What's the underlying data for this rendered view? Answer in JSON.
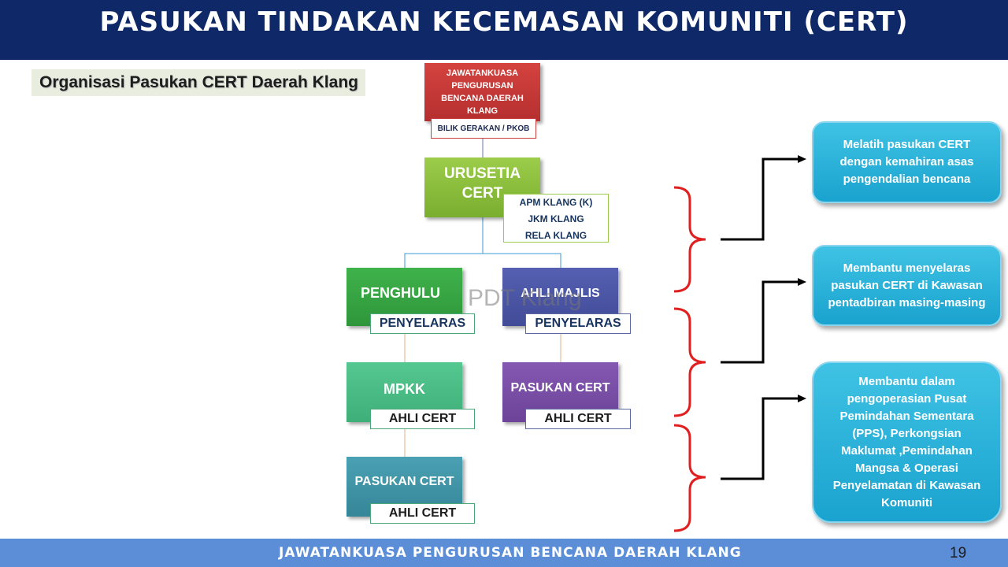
{
  "header": {
    "title": "PASUKAN TINDAKAN KECEMASAN KOMUNITI (CERT)"
  },
  "subtitle": "Organisasi Pasukan CERT Daerah Klang",
  "org": {
    "top": {
      "label": "JAWATANKUASA PENGURUSAN BENCANA DAERAH KLANG",
      "tag": "BILIK GERAKAN / PKOB"
    },
    "secretariat": {
      "label": "URUSETIA CERT",
      "members": [
        "APM KLANG (K)",
        "JKM KLANG",
        "RELA KLANG"
      ]
    },
    "penghulu": {
      "label": "PENGHULU",
      "tag": "PENYELARAS"
    },
    "ahli_majlis": {
      "label": "AHLI MAJLIS",
      "tag": "PENYELARAS"
    },
    "mpkk": {
      "label": "MPKK",
      "tag": "AHLI CERT"
    },
    "pasukan_cert_right": {
      "label": "PASUKAN CERT",
      "tag": "AHLI CERT"
    },
    "pasukan_cert_bottom": {
      "label": "PASUKAN CERT",
      "tag": "AHLI CERT"
    }
  },
  "notes": [
    "Melatih pasukan CERT dengan kemahiran asas pengendalian bencana",
    "Membantu menyelaras pasukan CERT di Kawasan pentadbiran masing-masing",
    "Membantu dalam pengoperasian Pusat Pemindahan Sementara (PPS), Perkongsian Maklumat ,Pemindahan Mangsa  & Operasi Penyelamatan di Kawasan Komuniti"
  ],
  "watermark": "PDT Klang",
  "footer": {
    "text": "JAWATANKUASA PENGURUSAN BENCANA DAERAH KLANG",
    "page": "19"
  },
  "colors": {
    "title_bar": "#0f2867",
    "top_node": "#c93a3a",
    "secretariat": "#8cbf3e",
    "green_node": "#3aa845",
    "indigo_node": "#4b55a6",
    "mint_node": "#4cbf86",
    "purple_node": "#7c50a8",
    "teal_node": "#3f95a8",
    "note": "#1aa3cf",
    "bracket": "#e02020",
    "footer_bar": "#5b8ed6"
  }
}
